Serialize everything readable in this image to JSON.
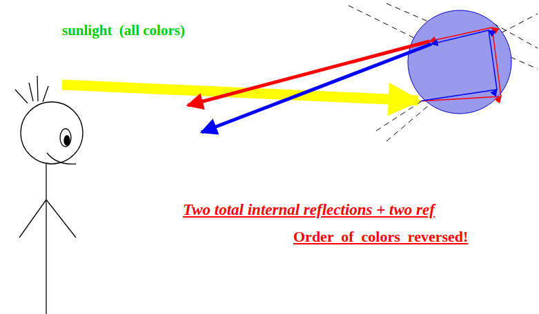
{
  "diagram": {
    "labels": [
      "sunlight  (all colors)",
      "Two total internal reflections + two ref",
      "Order  of  colors  reversed!"
    ]
  }
}
